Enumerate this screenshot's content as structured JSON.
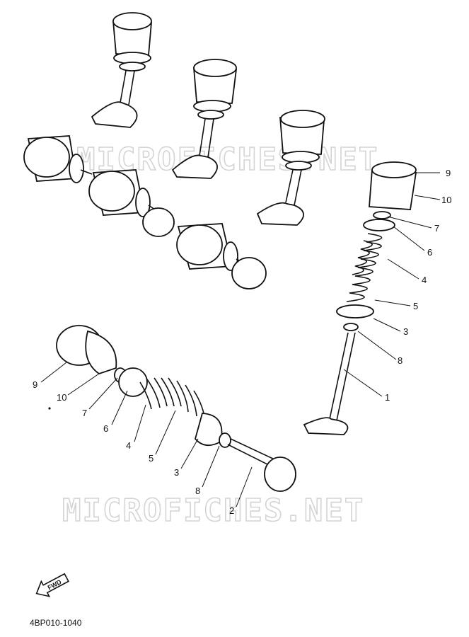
{
  "watermarks": [
    "MICROFICHES.NET",
    "MICROFICHES.NET"
  ],
  "right_assembly_callouts": [
    "9",
    "10",
    "7",
    "6",
    "4",
    "5",
    "3",
    "8",
    "1"
  ],
  "left_assembly_callouts": [
    "9",
    "10",
    "7",
    "6",
    "4",
    "5",
    "3",
    "8",
    "2"
  ],
  "fwd_label": "FWD",
  "drawing_code": "4BP010-1040"
}
